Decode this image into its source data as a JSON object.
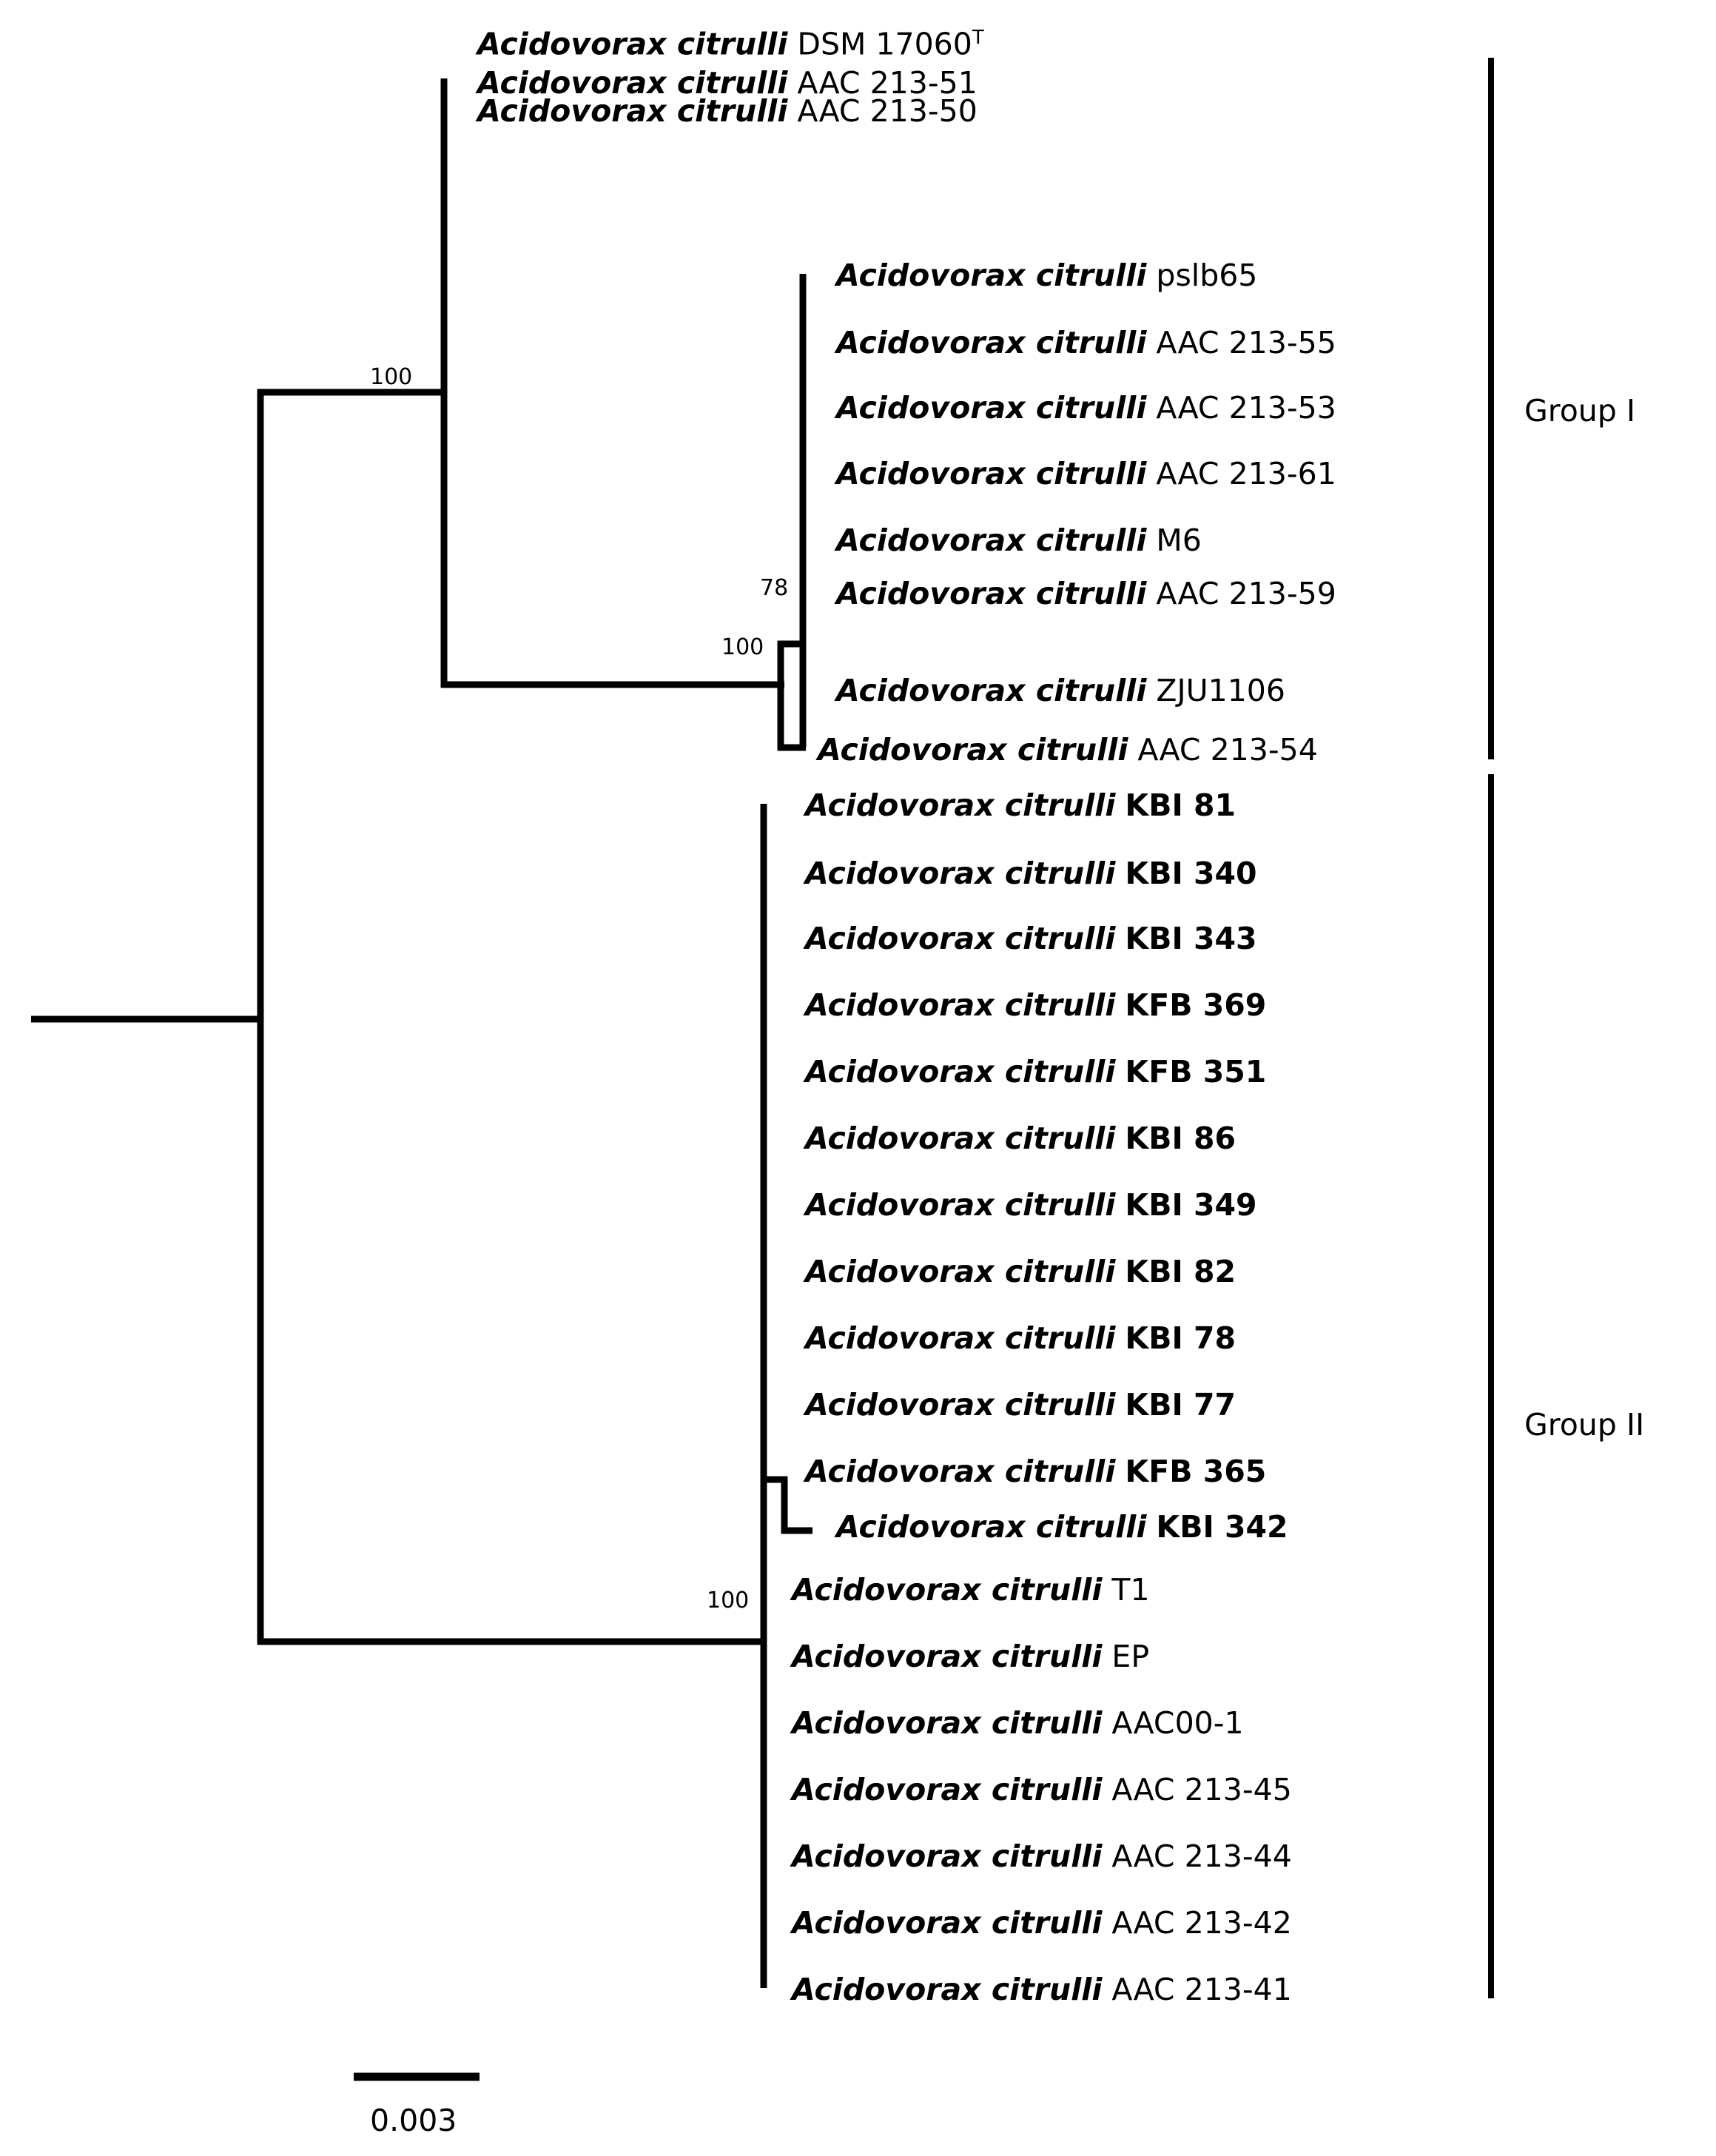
{
  "figure": {
    "type": "phylogenetic-tree",
    "genus_species": "Acidovorax citrulli",
    "scale_bar": {
      "label": "0.003",
      "value": 0.003
    },
    "groups": [
      {
        "id": "group-1",
        "label": "Group I"
      },
      {
        "id": "group-2",
        "label": "Group II"
      }
    ],
    "bootstrap_labels": [
      {
        "id": "boot-root-group1",
        "value": "100"
      },
      {
        "id": "boot-g1-inner-78",
        "value": "78"
      },
      {
        "id": "boot-g1-inner-100",
        "value": "100"
      },
      {
        "id": "boot-group2-100",
        "value": "100"
      }
    ]
  },
  "chart_data": {
    "type": "tree",
    "title": "",
    "scale_bar": "0.003",
    "leaves": [
      {
        "genus_species": "Acidovorax citrulli",
        "strain": "DSM 17060",
        "superscript": "T",
        "bold_strain": false,
        "group": "Group I"
      },
      {
        "genus_species": "Acidovorax citrulli",
        "strain": "AAC 213-51",
        "superscript": "",
        "bold_strain": false,
        "group": "Group I"
      },
      {
        "genus_species": "Acidovorax citrulli",
        "strain": "AAC 213-50",
        "superscript": "",
        "bold_strain": false,
        "group": "Group I"
      },
      {
        "genus_species": "Acidovorax citrulli",
        "strain": "pslb65",
        "superscript": "",
        "bold_strain": false,
        "group": "Group I"
      },
      {
        "genus_species": "Acidovorax citrulli",
        "strain": "AAC 213-55",
        "superscript": "",
        "bold_strain": false,
        "group": "Group I"
      },
      {
        "genus_species": "Acidovorax citrulli",
        "strain": "AAC 213-53",
        "superscript": "",
        "bold_strain": false,
        "group": "Group I"
      },
      {
        "genus_species": "Acidovorax citrulli",
        "strain": "AAC 213-61",
        "superscript": "",
        "bold_strain": false,
        "group": "Group I"
      },
      {
        "genus_species": "Acidovorax citrulli",
        "strain": "M6",
        "superscript": "",
        "bold_strain": false,
        "group": "Group I"
      },
      {
        "genus_species": "Acidovorax citrulli",
        "strain": "AAC 213-59",
        "superscript": "",
        "bold_strain": false,
        "group": "Group I"
      },
      {
        "genus_species": "Acidovorax citrulli",
        "strain": "ZJU1106",
        "superscript": "",
        "bold_strain": false,
        "group": "Group I"
      },
      {
        "genus_species": "Acidovorax citrulli",
        "strain": "AAC 213-54",
        "superscript": "",
        "bold_strain": false,
        "group": "Group I"
      },
      {
        "genus_species": "Acidovorax citrulli",
        "strain": "KBI 81",
        "superscript": "",
        "bold_strain": true,
        "group": "Group II"
      },
      {
        "genus_species": "Acidovorax citrulli",
        "strain": "KBI 340",
        "superscript": "",
        "bold_strain": true,
        "group": "Group II"
      },
      {
        "genus_species": "Acidovorax citrulli",
        "strain": "KBI 343",
        "superscript": "",
        "bold_strain": true,
        "group": "Group II"
      },
      {
        "genus_species": "Acidovorax citrulli",
        "strain": "KFB 369",
        "superscript": "",
        "bold_strain": true,
        "group": "Group II"
      },
      {
        "genus_species": "Acidovorax citrulli",
        "strain": "KFB 351",
        "superscript": "",
        "bold_strain": true,
        "group": "Group II"
      },
      {
        "genus_species": "Acidovorax citrulli",
        "strain": "KBI 86",
        "superscript": "",
        "bold_strain": true,
        "group": "Group II"
      },
      {
        "genus_species": "Acidovorax citrulli",
        "strain": "KBI 349",
        "superscript": "",
        "bold_strain": true,
        "group": "Group II"
      },
      {
        "genus_species": "Acidovorax citrulli",
        "strain": "KBI 82",
        "superscript": "",
        "bold_strain": true,
        "group": "Group II"
      },
      {
        "genus_species": "Acidovorax citrulli",
        "strain": "KBI 78",
        "superscript": "",
        "bold_strain": true,
        "group": "Group II"
      },
      {
        "genus_species": "Acidovorax citrulli",
        "strain": "KBI 77",
        "superscript": "",
        "bold_strain": true,
        "group": "Group II"
      },
      {
        "genus_species": "Acidovorax citrulli",
        "strain": "KFB 365",
        "superscript": "",
        "bold_strain": true,
        "group": "Group II"
      },
      {
        "genus_species": "Acidovorax citrulli",
        "strain": "KBI 342",
        "superscript": "",
        "bold_strain": true,
        "group": "Group II"
      },
      {
        "genus_species": "Acidovorax citrulli",
        "strain": "T1",
        "superscript": "",
        "bold_strain": false,
        "group": "Group II"
      },
      {
        "genus_species": "Acidovorax citrulli",
        "strain": "EP",
        "superscript": "",
        "bold_strain": false,
        "group": "Group II"
      },
      {
        "genus_species": "Acidovorax citrulli",
        "strain": "AAC00-1",
        "superscript": "",
        "bold_strain": false,
        "group": "Group II"
      },
      {
        "genus_species": "Acidovorax citrulli",
        "strain": "AAC 213-45",
        "superscript": "",
        "bold_strain": false,
        "group": "Group II"
      },
      {
        "genus_species": "Acidovorax citrulli",
        "strain": "AAC 213-44",
        "superscript": "",
        "bold_strain": false,
        "group": "Group II"
      },
      {
        "genus_species": "Acidovorax citrulli",
        "strain": "AAC 213-42",
        "superscript": "",
        "bold_strain": false,
        "group": "Group II"
      },
      {
        "genus_species": "Acidovorax citrulli",
        "strain": "AAC 213-41",
        "superscript": "",
        "bold_strain": false,
        "group": "Group II"
      }
    ],
    "bootstrap_values": [
      100,
      78,
      100,
      100
    ]
  },
  "leaf_text": {
    "sp": "Acidovorax citrulli",
    "l0": "DSM 17060",
    "l0sup": "T",
    "l1": "AAC 213-51",
    "l2": "AAC 213-50",
    "l3": "pslb65",
    "l4": "AAC 213-55",
    "l5": "AAC 213-53",
    "l6": "AAC 213-61",
    "l7": "M6",
    "l8": "AAC 213-59",
    "l9": "ZJU1106",
    "l10": "AAC 213-54",
    "l11": "KBI 81",
    "l12": "KBI 340",
    "l13": "KBI 343",
    "l14": "KFB 369",
    "l15": "KFB 351",
    "l16": "KBI 86",
    "l17": "KBI 349",
    "l18": "KBI 82",
    "l19": "KBI 78",
    "l20": "KBI 77",
    "l21": "KFB 365",
    "l22": "KBI 342",
    "l23": "T1",
    "l24": "EP",
    "l25": "AAC00-1",
    "l26": "AAC 213-45",
    "l27": "AAC 213-44",
    "l28": "AAC 213-42",
    "l29": "AAC 213-41"
  },
  "bootstrap": {
    "root_group1": "100",
    "g1_78": "78",
    "g1_100": "100",
    "group2_100": "100"
  },
  "groups": {
    "g1": "Group I",
    "g2": "Group II"
  },
  "scale": {
    "label": "0.003"
  }
}
